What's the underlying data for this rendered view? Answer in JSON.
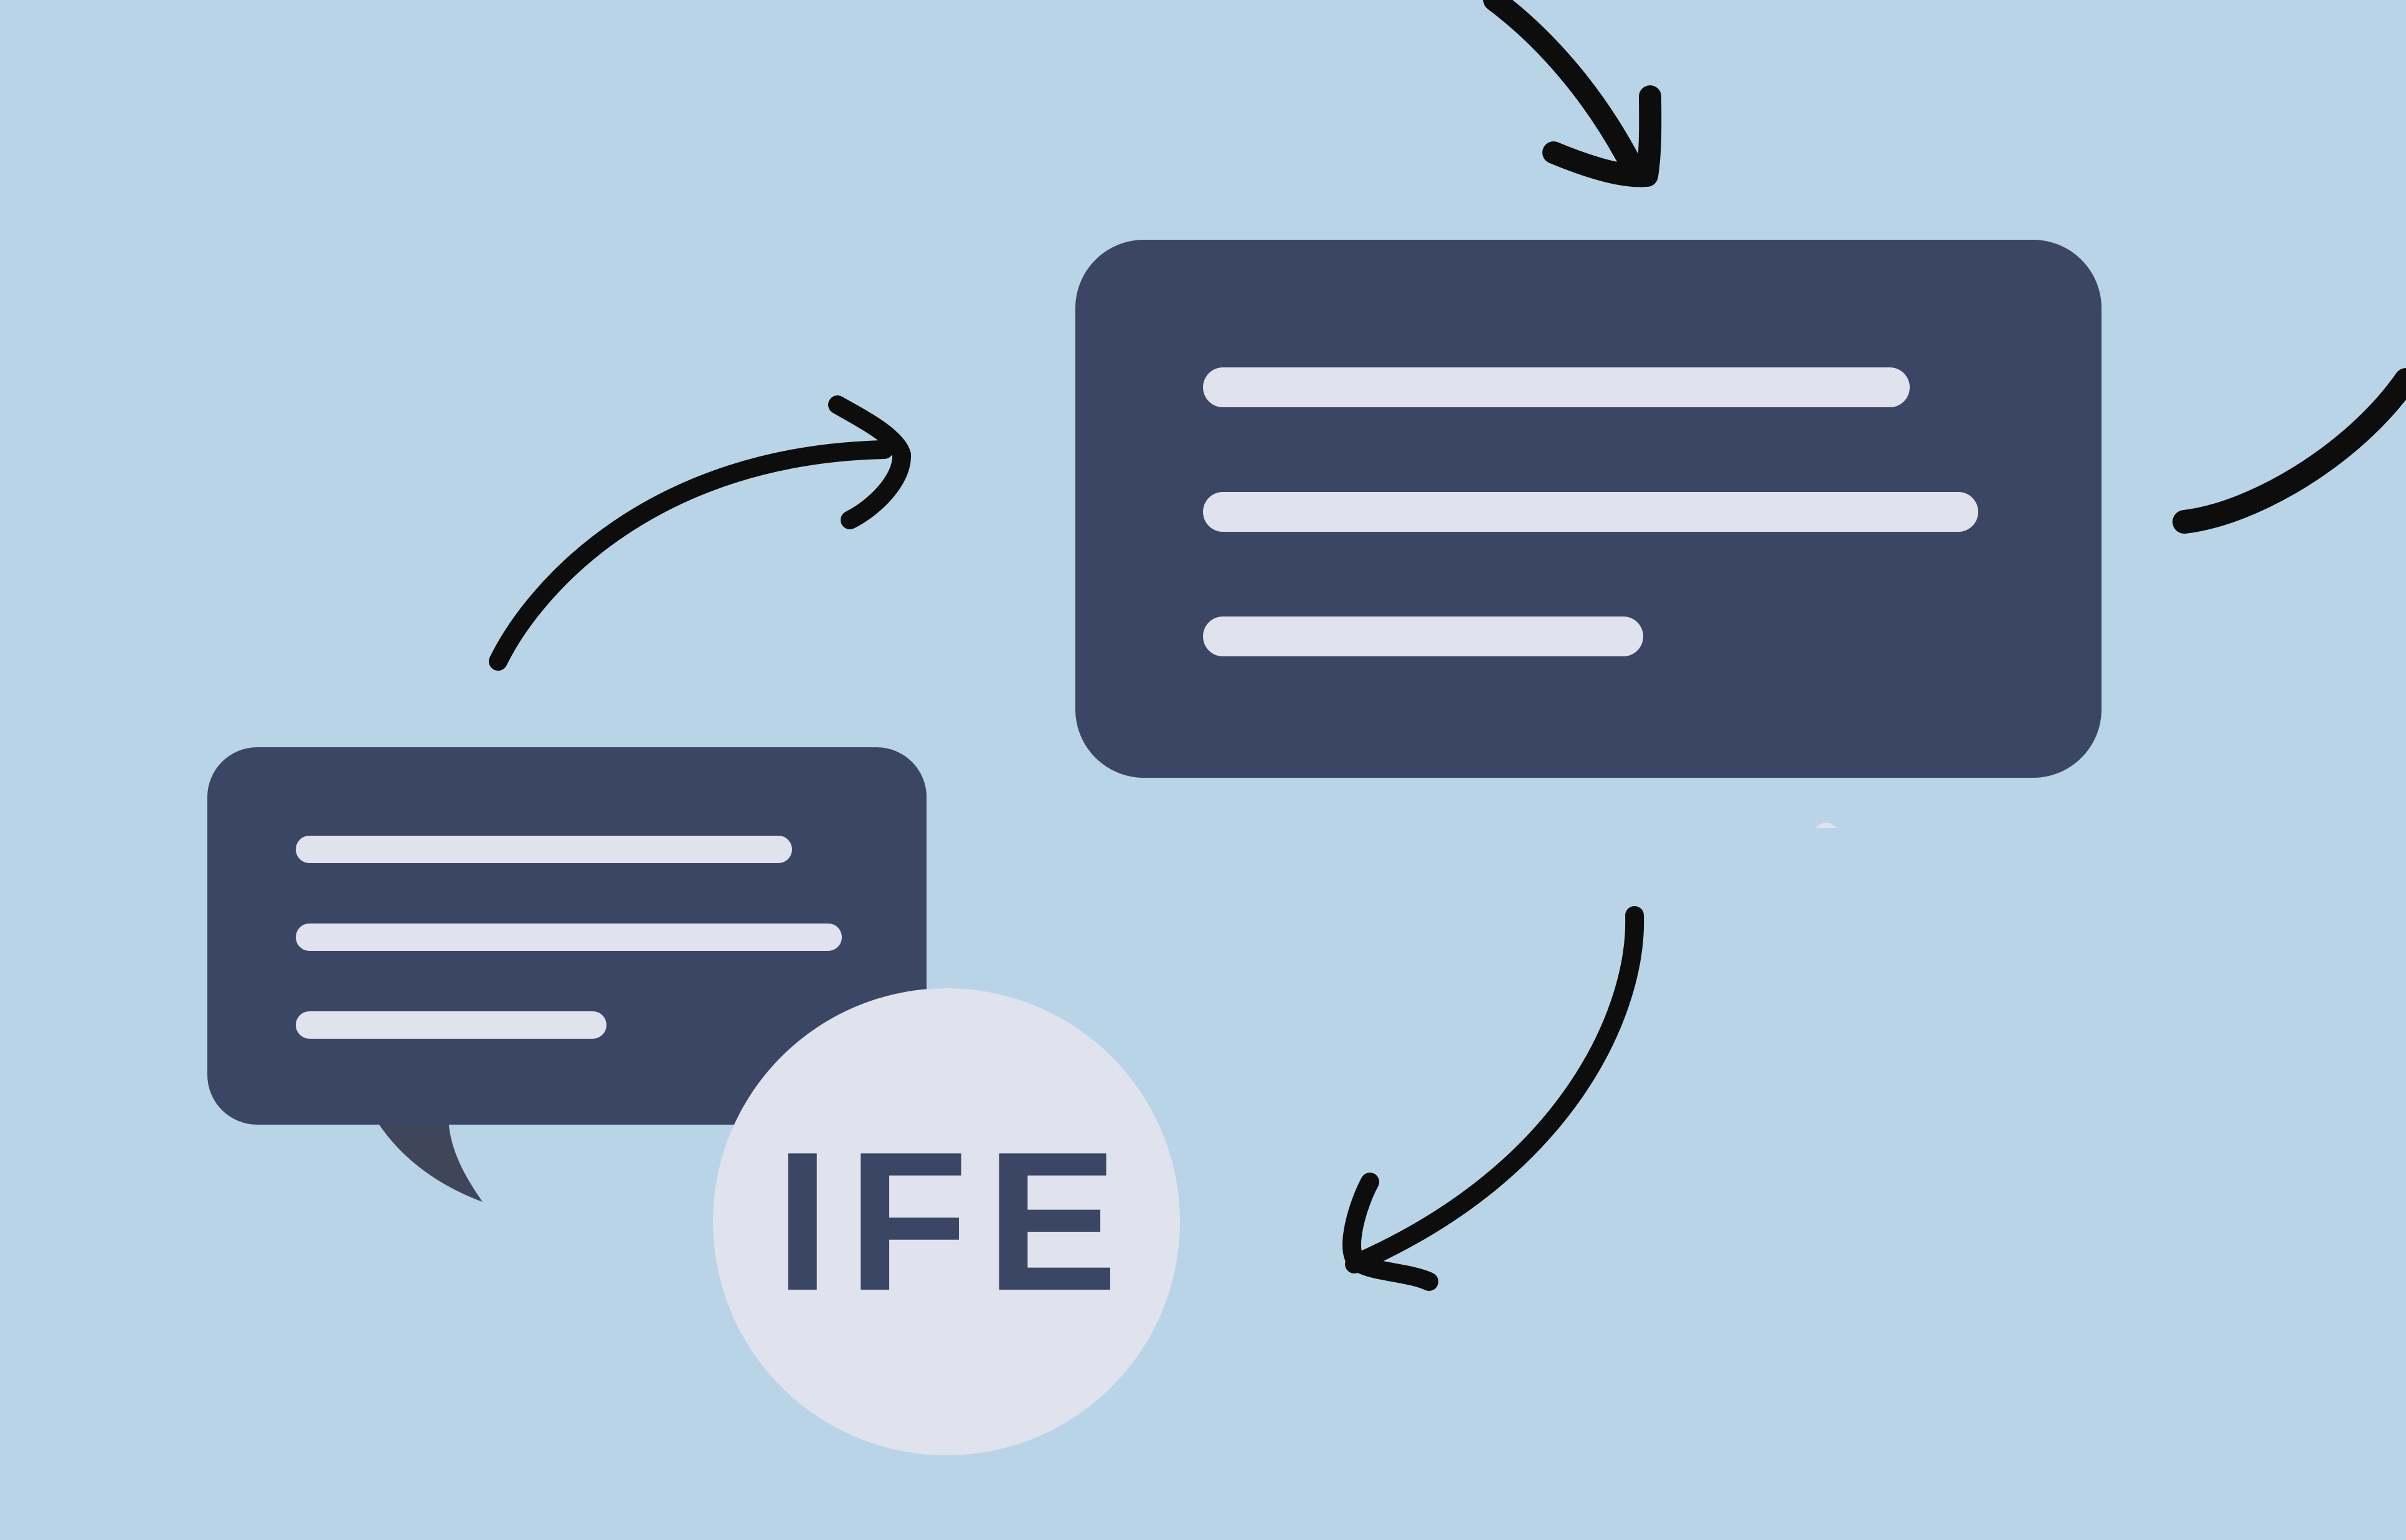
{
  "colors": {
    "background": "#b9d4e7",
    "card": "#3a4664",
    "card_tail": "#404659",
    "line": "#e0e2ee",
    "badge": "#e0e2ee",
    "badge_text": "#3a4664",
    "arrow": "#0d0d0d"
  },
  "badge": {
    "text": "IFE"
  },
  "diagram": {
    "nodes": [
      {
        "id": "small-message-card",
        "shape": "speech-bubble",
        "lines": 3
      },
      {
        "id": "large-message-card",
        "shape": "rounded-rect",
        "lines": 3
      },
      {
        "id": "ife-badge",
        "shape": "circle",
        "label": "IFE"
      }
    ],
    "edges": [
      {
        "from": "small-message-card",
        "to": "large-message-card",
        "style": "curved-arrow"
      },
      {
        "from": "offscreen-top",
        "to": "large-message-card",
        "style": "curved-arrow"
      },
      {
        "from": "large-message-card",
        "to": "ife-badge",
        "style": "curved-arrow"
      },
      {
        "from": "large-message-card",
        "to": "offscreen-right",
        "style": "curved-line"
      }
    ]
  }
}
